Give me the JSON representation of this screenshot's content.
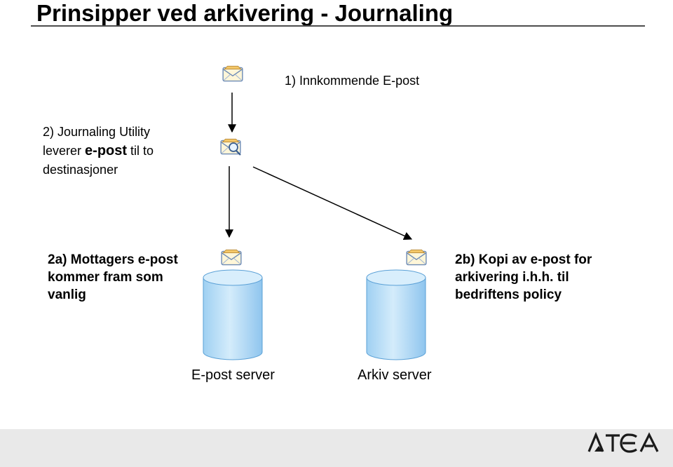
{
  "slide": {
    "title": "Prinsipper ved arkivering - Journaling"
  },
  "steps": {
    "incoming": "1) Innkommende E-post",
    "utility_line1": "2) Journaling Utility",
    "utility_line2_pre": "leverer ",
    "utility_line2_big": "e-post",
    "utility_line2_post": " til to",
    "utility_line3": "destinasjoner",
    "recipient_line1": "2a) Mottagers e-post",
    "recipient_line2": "kommer fram som",
    "recipient_line3": "vanlig",
    "copy_line1": "2b) Kopi av e-post for",
    "copy_line2": "arkivering i.h.h. til",
    "copy_line3": "bedriftens policy"
  },
  "servers": {
    "mail": "E-post server",
    "archive": "Arkiv server"
  },
  "icons": {
    "incoming_mail": "envelope-icon",
    "journaling": "envelope-magnifier-icon",
    "delivered_mail": "envelope-icon",
    "archived_mail": "envelope-icon",
    "mail_server": "database-cylinder-icon",
    "archive_server": "database-cylinder-icon",
    "logo": "atea-logo"
  },
  "colors": {
    "cylinder_fill": "#b8dcf5",
    "cylinder_top": "#d8eefc",
    "cylinder_stroke": "#5aa0d6",
    "arrow": "#000000",
    "footer_band": "#e6e6e6",
    "logo": "#1a1a1a"
  },
  "logo": {
    "text": "ATEA"
  }
}
